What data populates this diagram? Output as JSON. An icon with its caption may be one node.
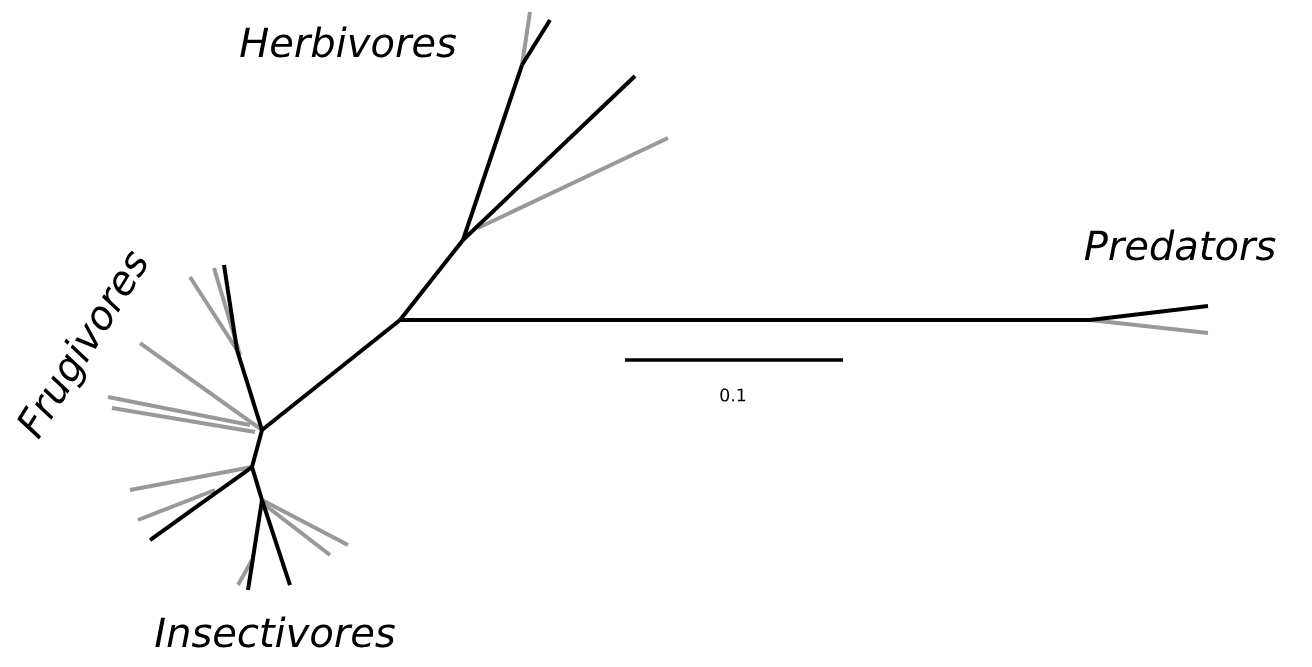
{
  "diagram": {
    "labels": [
      "Herbivores",
      "Predators",
      "Frugivores",
      "0.1",
      "Insectivores"
    ]
  }
}
